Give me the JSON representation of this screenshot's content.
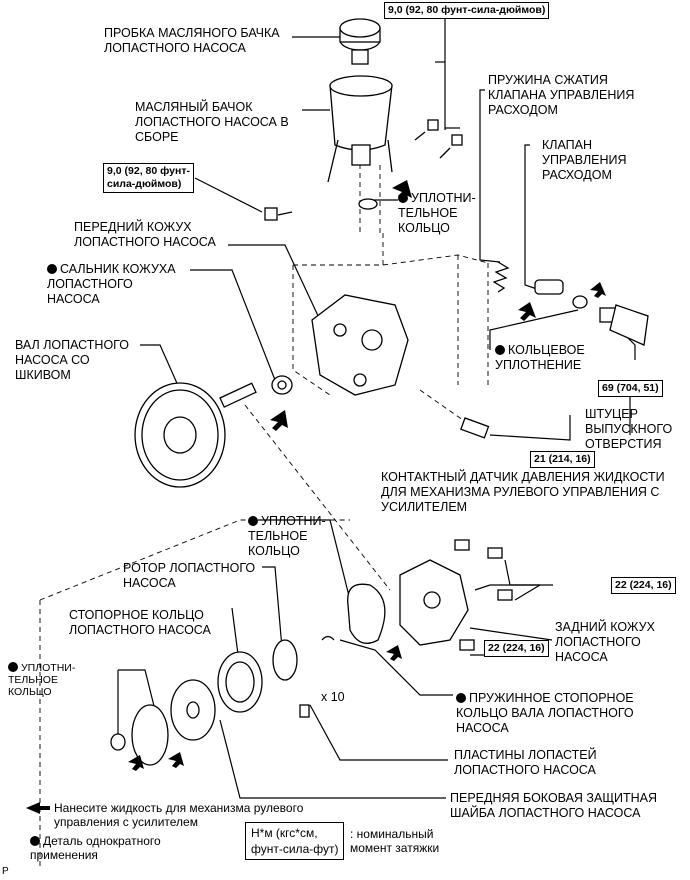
{
  "labels": {
    "cap": "ПРОБКА МАСЛЯНОГО БАЧКА\nЛОПАСТНОГО НАСОСА",
    "reservoir": "МАСЛЯНЫЙ БАЧОК\nЛОПАСТНОГО НАСОСА В\nСБОРЕ",
    "spring": "ПРУЖИНА СЖАТИЯ\nКЛАПАНА УПРАВЛЕНИЯ\nРАСХОДОМ",
    "valve": "КЛАПАН\nУПРАВЛЕНИЯ\nРАСХОДОМ",
    "oring_top": "УПЛОТНИ-\nТЕЛЬНОЕ\nКОЛЬЦО",
    "front_housing": "ПЕРЕДНИЙ КОЖУХ\nЛОПАСТНОГО НАСОСА",
    "seal": "САЛЬНИК КОЖУХА\nЛОПАСТНОГО\nНАСОСА",
    "shaft": "ВАЛ ЛОПАСТНОГО\nНАСОСА СО\nШКИВОМ",
    "oring_valve": "КОЛЬЦЕВОЕ\nУПЛОТНЕНИЕ",
    "union": "ШТУЦЕР\nВЫПУСКНОГО\nОТВЕРСТИЯ",
    "sensor": "КОНТАКТНЫЙ ДАТЧИК ДАВЛЕНИЯ ЖИДКОСТИ\nДЛЯ МЕХАНИЗМА РУЛЕВОГО УПРАВЛЕНИЯ С\nУСИЛИТЕЛЕМ",
    "oring_mid": "УПЛОТНИ-\nТЕЛЬНОЕ\nКОЛЬЦО",
    "rotor": "РОТОР ЛОПАСТНОГО\nНАСОСА",
    "cam_ring": "СТОПОРНОЕ КОЛЬЦО\nЛОПАСТНОГО НАСОСА",
    "rear_housing": "ЗАДНИЙ КОЖУХ\nЛОПАСТНОГО\nНАСОСА",
    "oring_left": "УПЛОТНИ-\nТЕЛЬНОЕ\nКОЛЬЦО",
    "snap_ring": "ПРУЖИННОЕ СТОПОРНОЕ\nКОЛЬЦО ВАЛА ЛОПАСТНОГО\nНАСОСА",
    "plates": "ПЛАСТИНЫ ЛОПАСТЕЙ\nЛОПАСТНОГО НАСОСА",
    "side_plate": "ПЕРЕДНЯЯ БОКОВАЯ ЗАЩИТНАЯ\nШАЙБА ЛОПАСТНОГО НАСОСА",
    "x10": "x 10"
  },
  "torque": {
    "t1": "9,0 (92, 80 фунт-сила-дюймов)",
    "t2": "9,0 (92, 80 фунт-\nсила-дюймов)",
    "t3": "69 (704, 51)",
    "t4": "21 (214, 16)",
    "t5": "22 (224, 16)",
    "t6": "22 (224, 16)"
  },
  "legend": {
    "fluid": "Нанесите жидкость для механизма рулевого\nуправления с усилителем",
    "single_use": "Деталь однократного\nприменения",
    "unit_box": "Н*м (кгс*см,\nфунт-сила-фут)",
    "unit_desc": ": номинальный\nмомент затяжки"
  },
  "corner_mark": "P"
}
